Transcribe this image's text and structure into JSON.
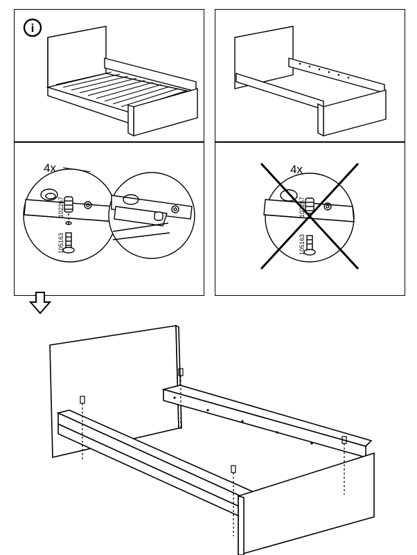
{
  "info_icon": {
    "symbol": "i",
    "name": "info-icon"
  },
  "panel_ok": {
    "quantity_label": "4x",
    "part_numbers": [
      "102267",
      "105163"
    ]
  },
  "panel_wrong": {
    "quantity_label": "4x",
    "part_numbers": [
      "102267",
      "105163"
    ]
  },
  "colors": {
    "line": "#000000",
    "background": "#ffffff"
  }
}
